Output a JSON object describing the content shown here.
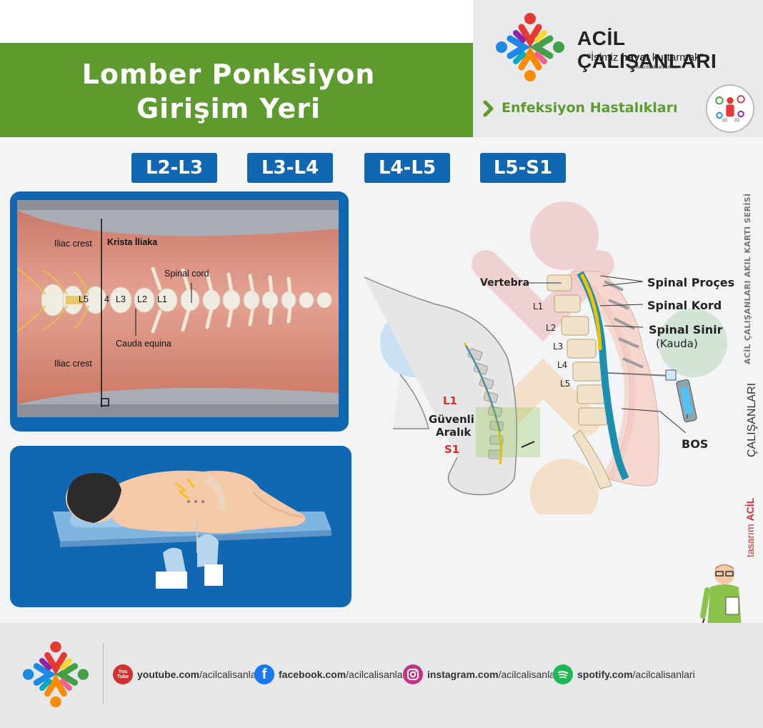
{
  "header": {
    "title_line1": "Lomber Ponksiyon",
    "title_line2": "Girişim Yeri",
    "brand_name": "ACİL ÇALIŞANLARI",
    "motto_pre": "“İşimiz ",
    "motto_bold": "hayat",
    "motto_post": " kurtarmak”",
    "brand_url": "www.acilcalisanlari.com",
    "category": "Enfeksiyon Hastalıkları"
  },
  "levels": [
    "L2-L3",
    "L3-L4",
    "L4-L5",
    "L5-S1"
  ],
  "photo_labels": {
    "iliac_crest_top": "Iliac crest",
    "krista_iliaka": "Krista İliaka",
    "spinal_cord": "Spinal cord",
    "l5": "L5",
    "l4": "4",
    "l3": "L3",
    "l2": "L2",
    "l1": "L1",
    "cauda_equina": "Cauda equina",
    "iliac_crest_bottom": "Iliac crest"
  },
  "diagram_labels": {
    "l1_red": "L1",
    "safe_interval_1": "Güvenli",
    "safe_interval_2": "Aralık",
    "s1_red": "S1",
    "vertebra": "Vertebra",
    "d_l1": "L1",
    "d_l2": "L2",
    "d_l3": "L3",
    "d_l4": "L4",
    "d_l5": "L5",
    "spinal_proces": "Spinal Proçes",
    "spinal_kord": "Spinal Kord",
    "spinal_sinir": "Spinal Sinir",
    "kauda": "(Kauda)",
    "bos": "BOS"
  },
  "side": {
    "series": "ACİL ÇALIŞANLARI AKIL KARTI SERİSİ",
    "design_prefix": "tasarım",
    "design_brand_bold": "ACİL",
    "design_brand_rest": "ÇALIŞANLARI"
  },
  "footer": {
    "youtube_bold": "youtube.com",
    "youtube_rest": "/acilcalisanlari",
    "facebook_bold": "facebook.com",
    "facebook_rest": "/acilcalisanlari",
    "instagram_bold": "instagram.com",
    "instagram_rest": "/acilcalisanlari",
    "spotify_bold": "spotify.com",
    "spotify_rest": "/acilcalisanlari",
    "youtube_icon_text": "You Tube"
  },
  "colors": {
    "green": "#5e9b2e",
    "blue": "#1167b1",
    "red": "#d32f2f"
  }
}
